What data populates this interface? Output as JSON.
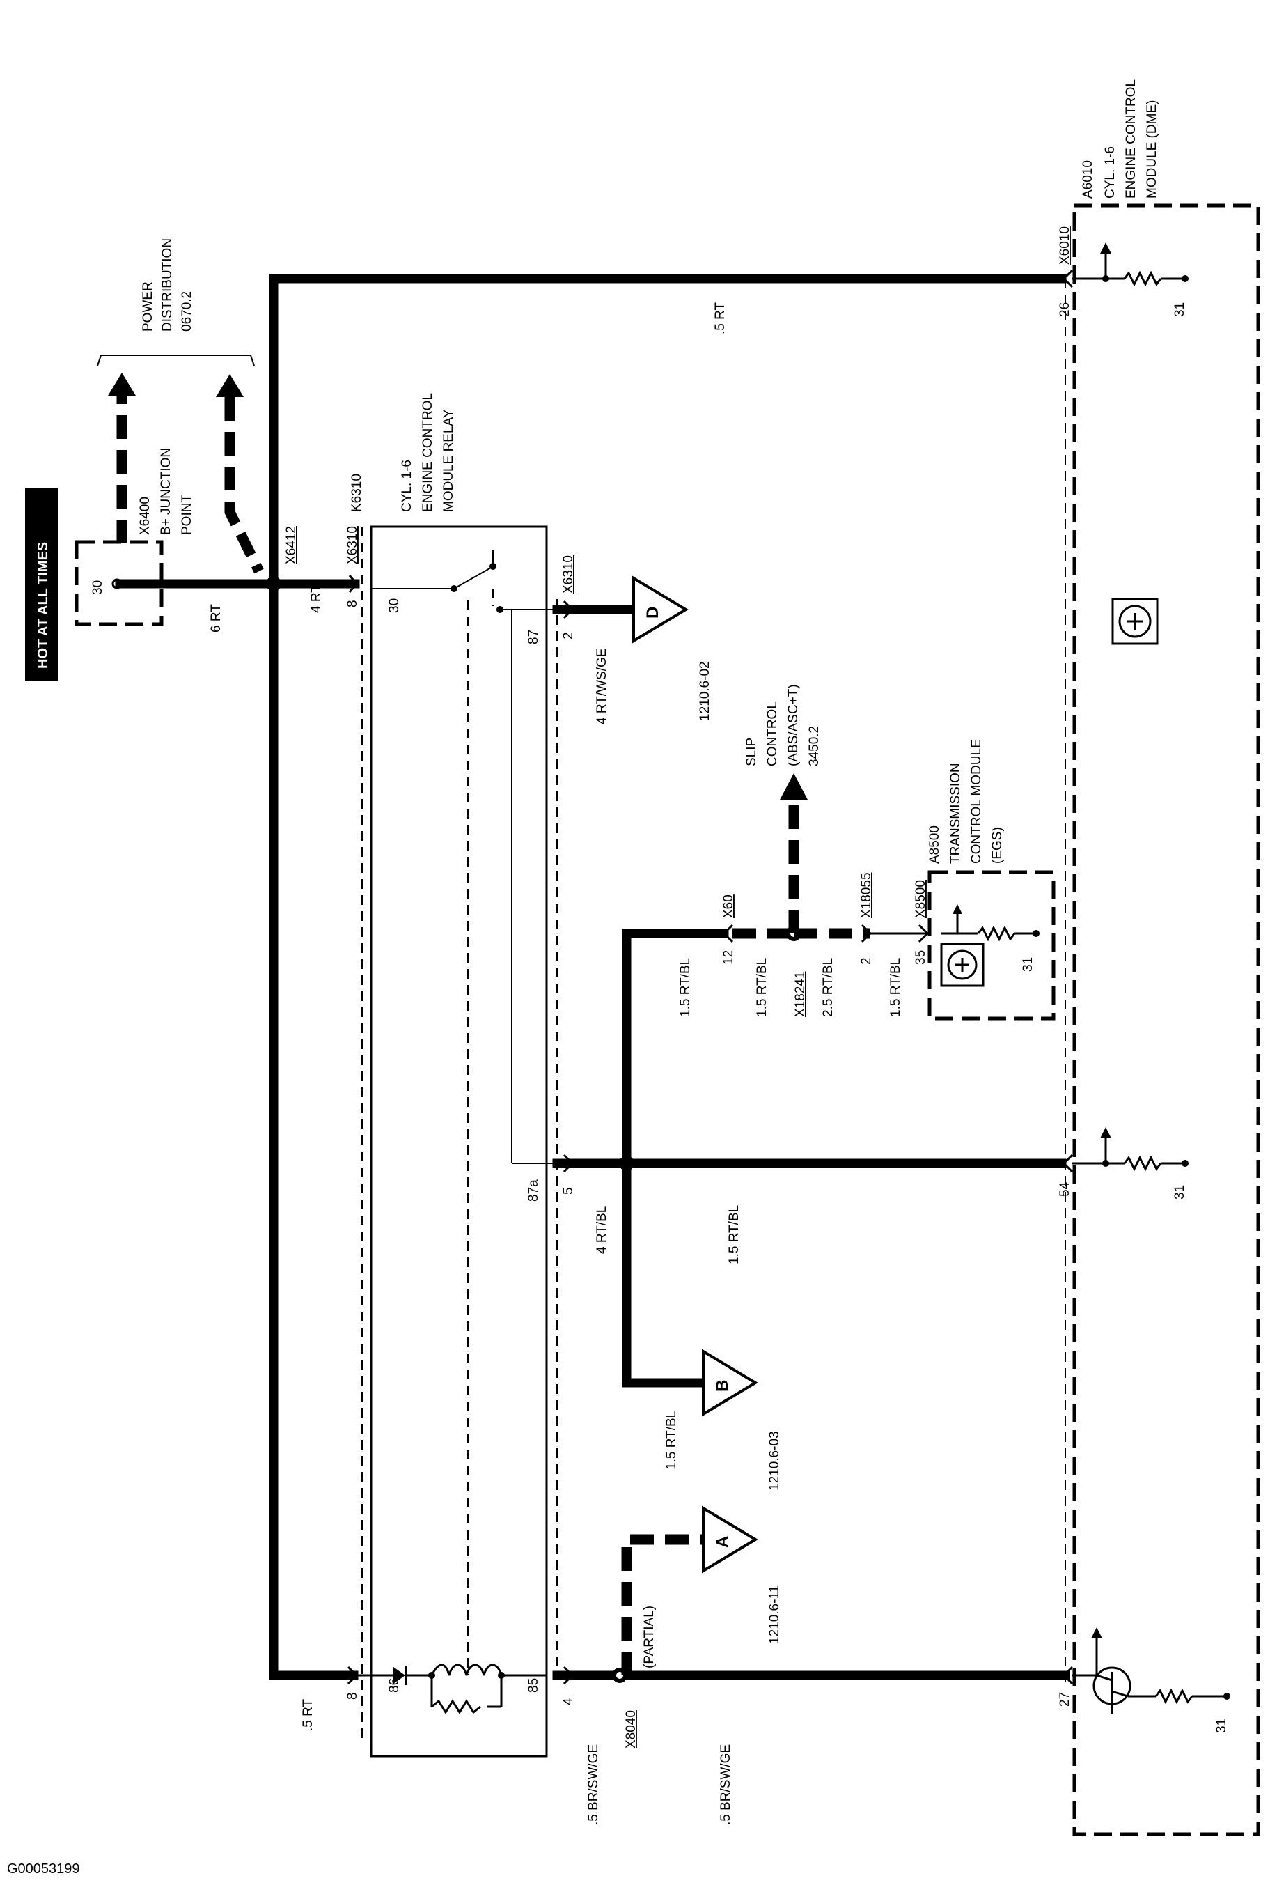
{
  "header_badge": "HOT AT ALL TIMES",
  "footer_id": "G00053199",
  "power": {
    "title_lines": [
      "POWER",
      "DISTRIBUTION",
      "0670.2"
    ],
    "junction_lines": [
      "X6400",
      "B+ JUNCTION",
      "POINT"
    ],
    "terminal": "30",
    "wire_main": "6 RT"
  },
  "relay": {
    "lines": [
      "K6310",
      "CYL. 1-6",
      "ENGINE CONTROL",
      "MODULE RELAY"
    ],
    "connector_top": "X6310",
    "connector_out": "X6310",
    "splice": "X6412",
    "wire_in": "4 RT",
    "pin_in_a": "8",
    "pin_in_b": "8",
    "pin_30": "30",
    "pin_87": "87",
    "pin_87a": "87a",
    "pin_86": "86",
    "pin_85": "85",
    "pin_out_2": "2",
    "pin_out_5": "5",
    "pin_out_4": "4",
    "wire_left": ".5 RT"
  },
  "dme": {
    "lines": [
      "A6010",
      "CYL. 1-6",
      "ENGINE CONTROL",
      "MODULE (DME)"
    ],
    "connector": "X6010",
    "pin_26": "26",
    "pin_54": "54",
    "pin_27": "27",
    "ground": "31"
  },
  "refs": {
    "d_label": "D",
    "d_page": "1210.6-02",
    "d_wire": "4 RT/WS/GE",
    "b_label": "B",
    "b_page": "1210.6-03",
    "b_wire": "1.5 RT/BL",
    "a_label": "A",
    "a_page": "1210.6-11"
  },
  "slip": {
    "lines": [
      "SLIP",
      "CONTROL",
      "(ABS/ASC+T)",
      "3450.2"
    ]
  },
  "tcm": {
    "lines": [
      "A8500",
      "TRANSMISSION",
      "CONTROL MODULE",
      "(EGS)"
    ],
    "connector": "X8500",
    "pin": "35",
    "ground": "31"
  },
  "wires": {
    "top_run": ".5 RT",
    "run_4rtbl": "4 RT/BL",
    "run_15rtbl": "1.5 RT/BL",
    "x60": "X60",
    "x60_pin": "12",
    "x60_wire": "1.5 RT/BL",
    "x18241": "X18241",
    "x18241_wire": "1.5 RT/BL",
    "x18241_wire_b": "2.5 RT/BL",
    "x18055": "X18055",
    "x18055_pin": "2",
    "x8500_wire": "1.5 RT/BL",
    "x8040": "X8040",
    "partial": "(PARTIAL)",
    "brswge_a": ".5 BR/SW/GE",
    "brswge_b": ".5 BR/SW/GE"
  }
}
